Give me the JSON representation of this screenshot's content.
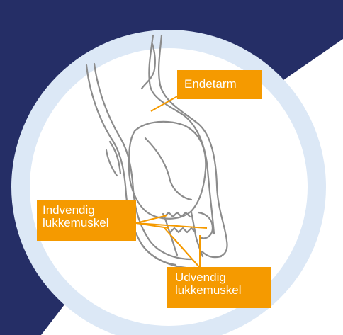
{
  "colors": {
    "background_navy": "#252e66",
    "background_white": "#ffffff",
    "ring": "#dce8f6",
    "label_fill": "#f59a00",
    "label_text": "#ffffff",
    "anatomy_stroke": "#8c8c8c",
    "anatomy_fill": "#ffffff"
  },
  "labels": {
    "endetarm": "Endetarm",
    "indvendig_line1": "Indvendig",
    "indvendig_line2": "lukkemuskel",
    "udvendig_line1": "Udvendig",
    "udvendig_line2": "lukkemuskel"
  }
}
